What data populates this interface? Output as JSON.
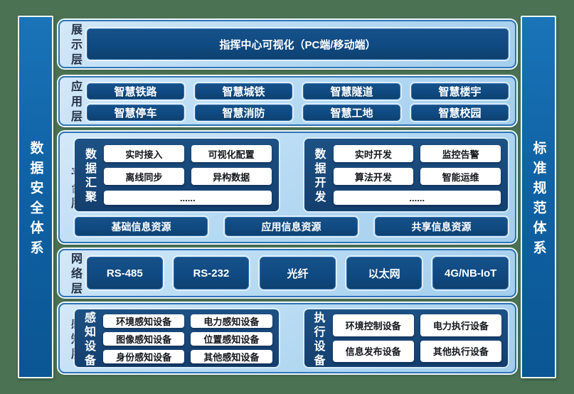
{
  "side_bars": {
    "left": "数据安全体系",
    "right": "标准规范体系"
  },
  "display_layer": {
    "label": "展示层",
    "main_box": "指挥中心可视化（PC端/移动端）"
  },
  "application_layer": {
    "label": "应用层",
    "items": [
      "智慧铁路",
      "智慧城铁",
      "智慧隧道",
      "智慧楼宇",
      "智慧停车",
      "智慧消防",
      "智慧工地",
      "智慧校园"
    ]
  },
  "platform_layer": {
    "label": "平台层",
    "data_aggregation": {
      "label": "数据汇聚",
      "items": [
        "实时接入",
        "可视化配置",
        "离线同步",
        "异构数据"
      ],
      "ellipsis": "......"
    },
    "data_development": {
      "label": "数据开发",
      "items": [
        "实时开发",
        "监控告警",
        "算法开发",
        "智能运维"
      ],
      "ellipsis": "......"
    },
    "resources": [
      "基础信息资源",
      "应用信息资源",
      "共享信息资源"
    ]
  },
  "network_layer": {
    "label": "网络层",
    "items": [
      "RS-485",
      "RS-232",
      "光纤",
      "以太网",
      "4G/NB-IoT"
    ]
  },
  "perception_layer": {
    "label": "感知层",
    "sensing_devices": {
      "label": "感知设备",
      "items": [
        "环境感知设备",
        "电力感知设备",
        "图像感知设备",
        "位置感知设备",
        "身份感知设备",
        "其他感知设备"
      ]
    },
    "execution_devices": {
      "label": "执行设备",
      "items": [
        "环境控制设备",
        "电力执行设备",
        "信息发布设备",
        "其他执行设备"
      ]
    }
  },
  "colors": {
    "background_green": "#4a7253",
    "panel_fill": "#b7dbf3",
    "panel_border": "#2e74b5",
    "dark_box_blue": "#104a82",
    "bar_blue": "#0f62a4",
    "white_box": "#ffffff",
    "text_dark": "#243247",
    "text_light": "#ffffff"
  }
}
